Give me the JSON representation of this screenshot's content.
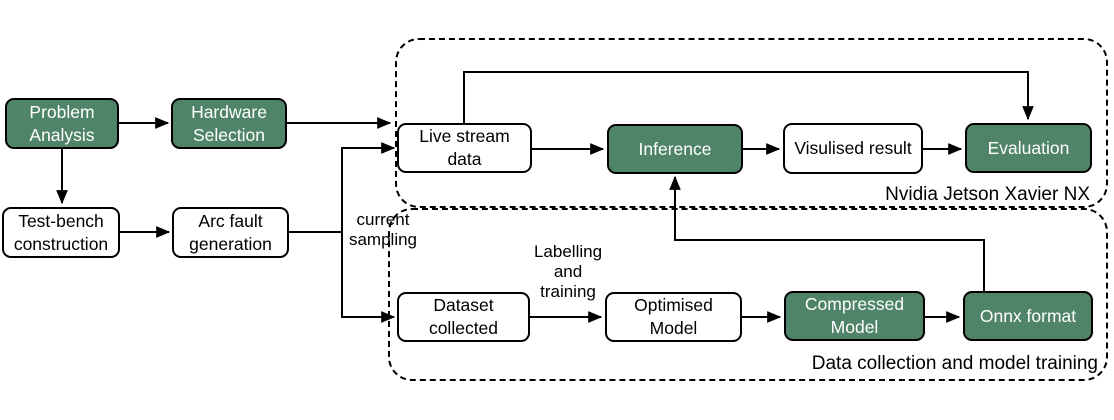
{
  "nodes": {
    "problem_analysis": {
      "label": "Problem\nAnalysis",
      "variant": "green"
    },
    "hardware_selection": {
      "label": "Hardware\nSelection",
      "variant": "green"
    },
    "test_bench_construction": {
      "label": "Test-bench\nconstruction",
      "variant": "white"
    },
    "arc_fault_generation": {
      "label": "Arc fault\ngeneration",
      "variant": "white"
    },
    "live_stream_data": {
      "label": "Live stream\ndata",
      "variant": "white"
    },
    "inference": {
      "label": "Inference",
      "variant": "green"
    },
    "visulised_result": {
      "label": "Visulised result",
      "variant": "white"
    },
    "evaluation": {
      "label": "Evaluation",
      "variant": "green"
    },
    "dataset_collected": {
      "label": "Dataset\ncollected",
      "variant": "white"
    },
    "optimised_model": {
      "label": "Optimised\nModel",
      "variant": "white"
    },
    "compressed_model": {
      "label": "Compressed\nModel",
      "variant": "green"
    },
    "onnx_format": {
      "label": "Onnx format",
      "variant": "green"
    }
  },
  "containers": {
    "jetson": {
      "label": "Nvidia Jetson Xavier NX"
    },
    "data_collection": {
      "label": "Data collection and model training"
    }
  },
  "edge_labels": {
    "current_sampling": "current\nsampling",
    "labelling_training": "Labelling\nand\ntraining"
  },
  "colors": {
    "node_green_fill": "#4f8468",
    "node_white_fill": "#ffffff",
    "outline": "#000000",
    "text_on_green": "#ffffff",
    "text_on_white": "#000000"
  }
}
